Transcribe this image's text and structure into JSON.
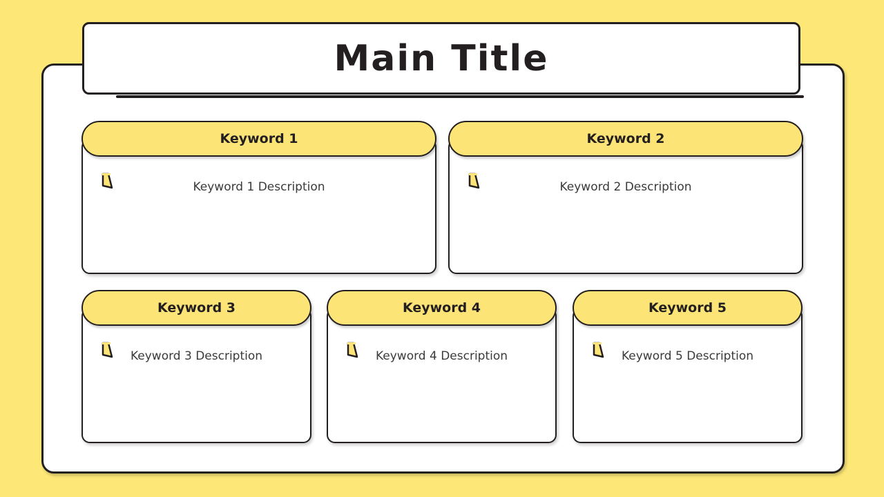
{
  "slide": {
    "background_color": "#FDE877",
    "panel_color": "#FFFFFF",
    "accent_color": "#FCE477",
    "outline_color": "#231F20",
    "title": "Main Title"
  },
  "cards": [
    {
      "id": "card-1",
      "heading": "Keyword 1",
      "description": "Keyword 1 Description"
    },
    {
      "id": "card-2",
      "heading": "Keyword 2",
      "description": "Keyword 2 Description"
    },
    {
      "id": "card-3",
      "heading": "Keyword 3",
      "description": "Keyword 3 Description"
    },
    {
      "id": "card-4",
      "heading": "Keyword 4",
      "description": "Keyword 4 Description"
    },
    {
      "id": "card-5",
      "heading": "Keyword 5",
      "description": "Keyword 5 Description"
    }
  ]
}
